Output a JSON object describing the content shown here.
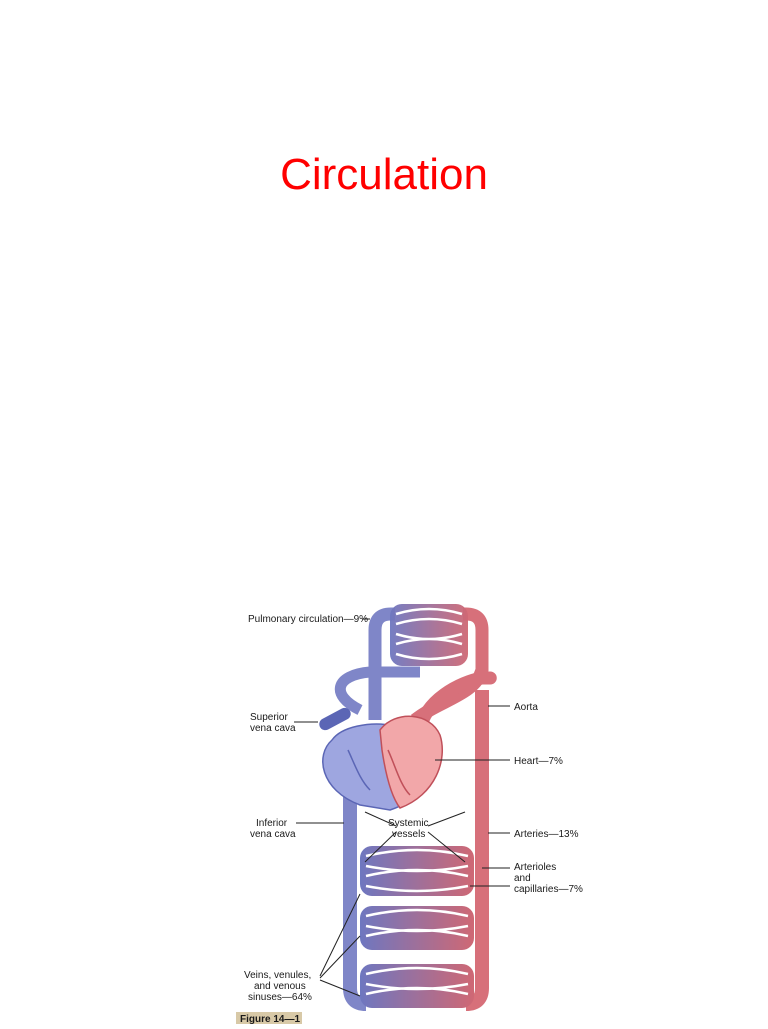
{
  "slide": {
    "title": "Circulation"
  },
  "figure": {
    "labels": {
      "pulmonary": "Pulmonary circulation—9%",
      "superior_vc_1": "Superior",
      "superior_vc_2": "vena cava",
      "aorta": "Aorta",
      "heart": "Heart—7%",
      "inferior_vc_1": "Inferior",
      "inferior_vc_2": "vena cava",
      "systemic_1": "Systemic",
      "systemic_2": "vessels",
      "arteries": "Arteries—13%",
      "arterioles_1": "Arterioles",
      "arterioles_2": "and",
      "arterioles_3": "capillaries—7%",
      "veins_1": "Veins, venules,",
      "veins_2": "and venous",
      "veins_3": "sinuses—64%"
    },
    "caption": "Figure 14—1",
    "colors": {
      "venous": "#7f86c8",
      "venous_dark": "#4e5aa8",
      "arterial": "#d7707a",
      "arterial_dark": "#b5434f",
      "heart_right": "#9ea6e0",
      "heart_left": "#f2a7a9"
    }
  }
}
